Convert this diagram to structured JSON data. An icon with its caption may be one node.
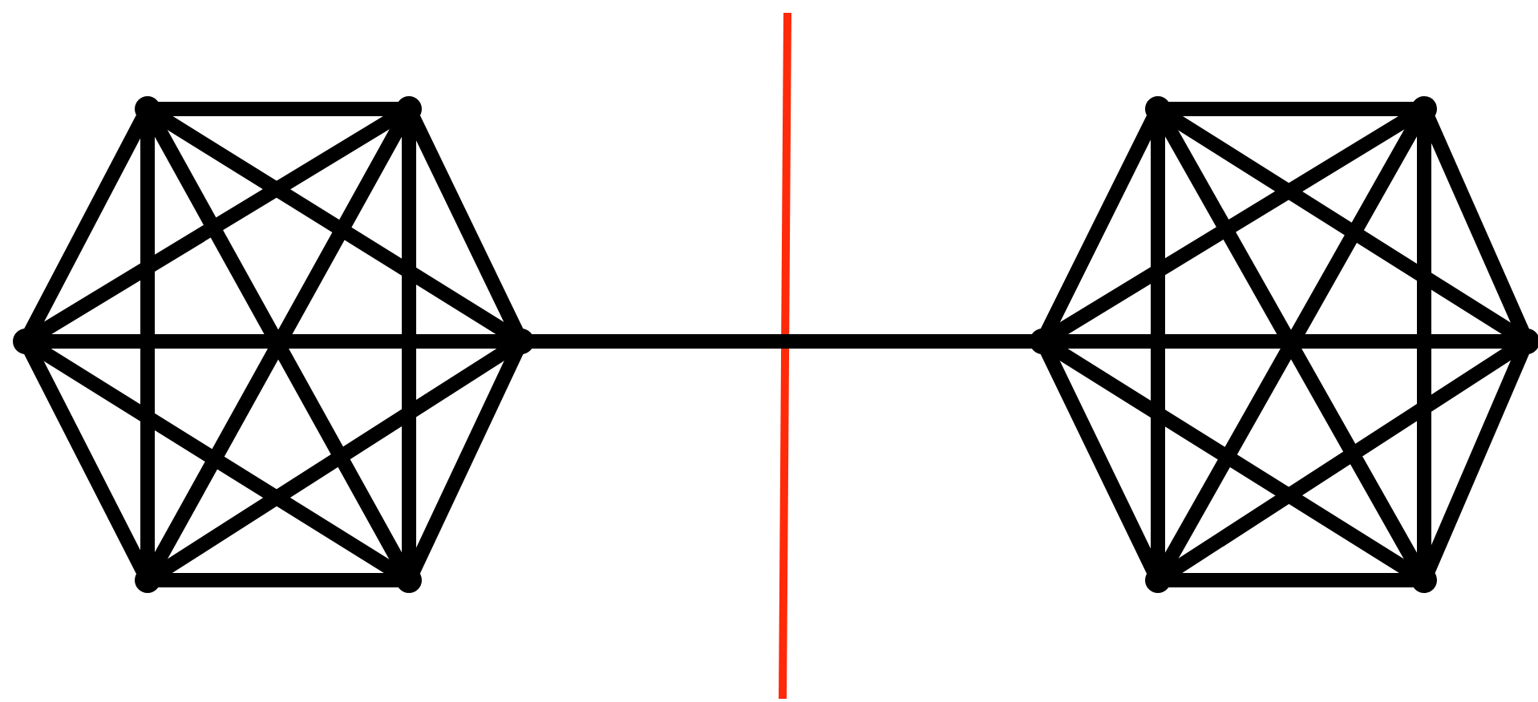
{
  "diagram": {
    "nodes": [
      {
        "text": [],
        "shape": "dot"
      },
      {
        "text": [],
        "shape": "dot"
      },
      {
        "text": [],
        "shape": "dot"
      },
      {
        "text": [],
        "shape": "dot"
      },
      {
        "text": [],
        "shape": "dot"
      },
      {
        "text": [],
        "shape": "dot"
      },
      {
        "text": [],
        "shape": "dot"
      },
      {
        "text": [],
        "shape": "dot"
      },
      {
        "text": [],
        "shape": "dot"
      },
      {
        "text": [],
        "shape": "dot"
      },
      {
        "text": [],
        "shape": "dot"
      },
      {
        "text": [],
        "shape": "dot"
      }
    ],
    "edges": [
      {
        "from": 0,
        "to": 1,
        "arrow": "none"
      },
      {
        "from": 0,
        "to": 2,
        "arrow": "none"
      },
      {
        "from": 0,
        "to": 3,
        "arrow": "none"
      },
      {
        "from": 0,
        "to": 4,
        "arrow": "none"
      },
      {
        "from": 0,
        "to": 5,
        "arrow": "none"
      },
      {
        "from": 1,
        "to": 2,
        "arrow": "none"
      },
      {
        "from": 1,
        "to": 3,
        "arrow": "none"
      },
      {
        "from": 1,
        "to": 4,
        "arrow": "none"
      },
      {
        "from": 1,
        "to": 5,
        "arrow": "none"
      },
      {
        "from": 2,
        "to": 3,
        "arrow": "none"
      },
      {
        "from": 2,
        "to": 4,
        "arrow": "none"
      },
      {
        "from": 2,
        "to": 5,
        "arrow": "none"
      },
      {
        "from": 3,
        "to": 4,
        "arrow": "none"
      },
      {
        "from": 3,
        "to": 5,
        "arrow": "none"
      },
      {
        "from": 4,
        "to": 5,
        "arrow": "none"
      },
      {
        "from": 5,
        "to": 6,
        "arrow": "none"
      },
      {
        "from": 6,
        "to": 7,
        "arrow": "none"
      },
      {
        "from": 6,
        "to": 8,
        "arrow": "none"
      },
      {
        "from": 6,
        "to": 9,
        "arrow": "none"
      },
      {
        "from": 6,
        "to": 10,
        "arrow": "none"
      },
      {
        "from": 6,
        "to": 11,
        "arrow": "none"
      },
      {
        "from": 7,
        "to": 8,
        "arrow": "none"
      },
      {
        "from": 7,
        "to": 9,
        "arrow": "none"
      },
      {
        "from": 7,
        "to": 10,
        "arrow": "none"
      },
      {
        "from": 7,
        "to": 11,
        "arrow": "none"
      },
      {
        "from": 8,
        "to": 9,
        "arrow": "none"
      },
      {
        "from": 8,
        "to": 10,
        "arrow": "none"
      },
      {
        "from": 8,
        "to": 11,
        "arrow": "none"
      },
      {
        "from": 9,
        "to": 10,
        "arrow": "none"
      },
      {
        "from": 9,
        "to": 11,
        "arrow": "none"
      },
      {
        "from": 10,
        "to": 11,
        "arrow": "none"
      }
    ]
  }
}
